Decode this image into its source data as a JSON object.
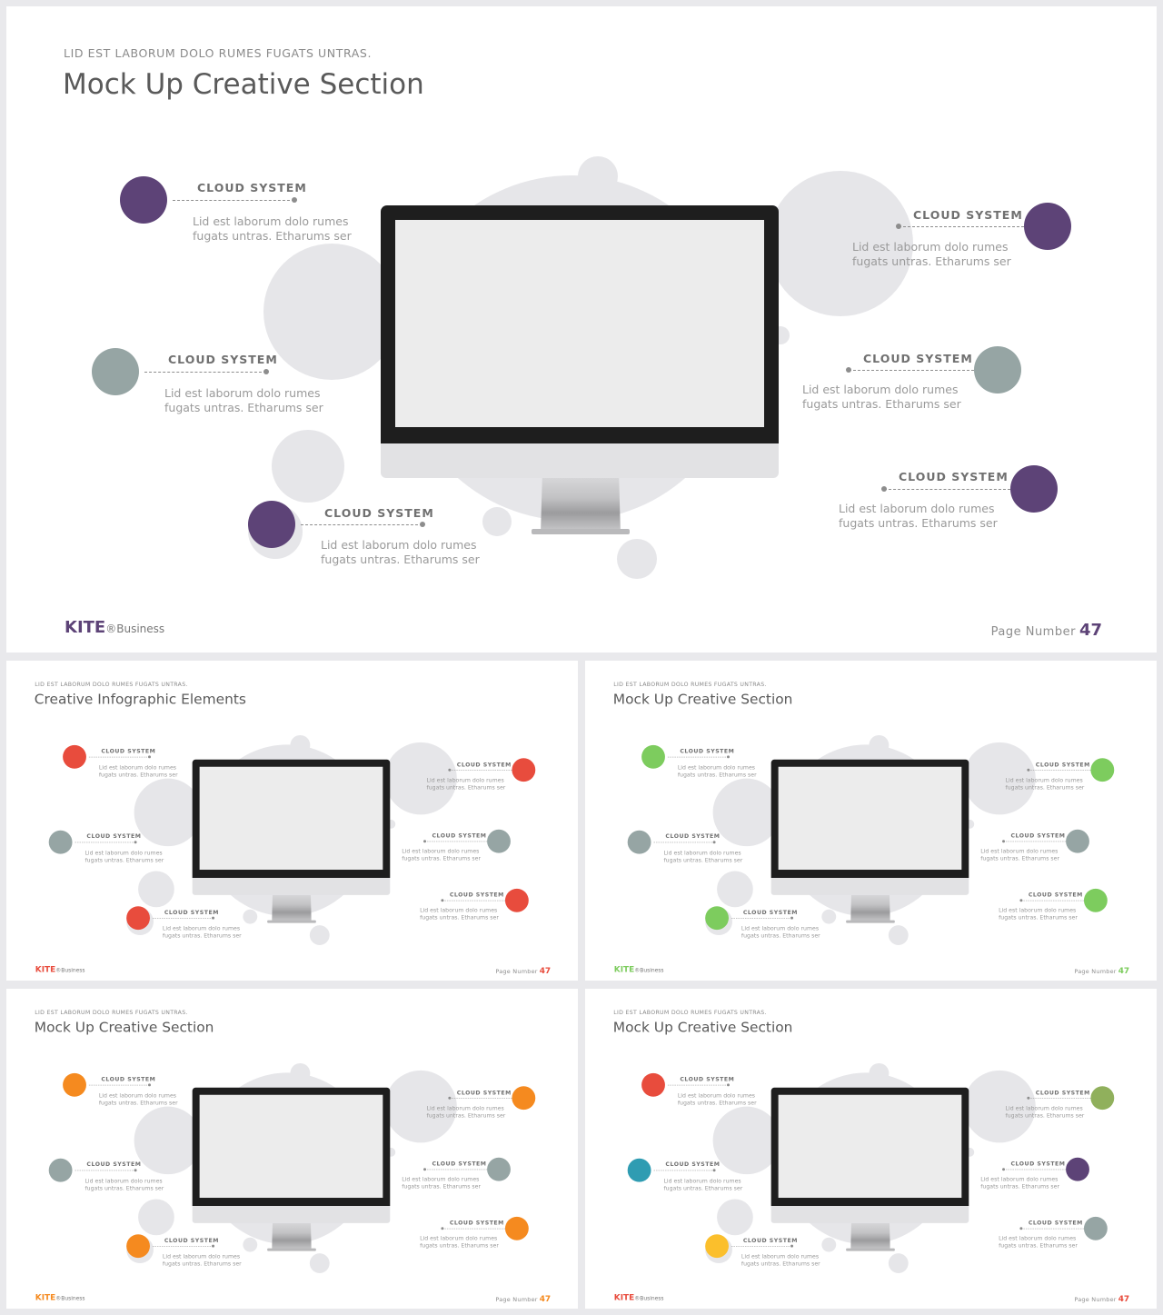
{
  "slides": [
    {
      "id": "main",
      "subtitle": "LID EST LABORUM DOLO RUMES FUGATS UNTRAS.",
      "title": "Mock Up Creative Section",
      "accent": "#5d4377",
      "dot_colors": [
        "#5d4377",
        "#5d4377",
        "#96a5a4",
        "#96a5a4",
        "#5d4377",
        "#5d4377"
      ],
      "logo": {
        "brand": "KITE",
        "suffix": "®Business"
      },
      "page": {
        "label": "Page Number",
        "number": "47"
      }
    },
    {
      "id": "thumb-1",
      "subtitle": "LID EST LABORUM DOLO RUMES FUGATS UNTRAS.",
      "title": "Creative Infographic Elements",
      "accent": "#e84c3d",
      "dot_colors": [
        "#e84c3d",
        "#e84c3d",
        "#96a5a4",
        "#96a5a4",
        "#e84c3d",
        "#e84c3d"
      ],
      "logo": {
        "brand": "KITE",
        "suffix": "®Business"
      },
      "page": {
        "label": "Page Number",
        "number": "47"
      }
    },
    {
      "id": "thumb-2",
      "subtitle": "LID EST LABORUM DOLO RUMES FUGATS UNTRAS.",
      "title": "Mock Up Creative Section",
      "accent": "#7dcc5e",
      "dot_colors": [
        "#7dcc5e",
        "#7dcc5e",
        "#96a5a4",
        "#96a5a4",
        "#7dcc5e",
        "#7dcc5e"
      ],
      "logo": {
        "brand": "KITE",
        "suffix": "®Business"
      },
      "page": {
        "label": "Page Number",
        "number": "47"
      }
    },
    {
      "id": "thumb-3",
      "subtitle": "LID EST LABORUM DOLO RUMES FUGATS UNTRAS.",
      "title": "Mock Up Creative Section",
      "accent": "#f58a1f",
      "dot_colors": [
        "#f58a1f",
        "#f58a1f",
        "#96a5a4",
        "#96a5a4",
        "#f58a1f",
        "#f58a1f"
      ],
      "logo": {
        "brand": "KITE",
        "suffix": "®Business"
      },
      "page": {
        "label": "Page Number",
        "number": "47"
      }
    },
    {
      "id": "thumb-4",
      "subtitle": "LID EST LABORUM DOLO RUMES FUGATS UNTRAS.",
      "title": "Mock Up Creative Section",
      "accent": "#e84c3d",
      "dot_colors": [
        "#e84c3d",
        "#90b05c",
        "#2f9cb2",
        "#5d4377",
        "#fbbf2c",
        "#96a5a4"
      ],
      "logo": {
        "brand": "KITE",
        "suffix": "®Business"
      },
      "page": {
        "label": "Page Number",
        "number": "47"
      }
    }
  ],
  "callout": {
    "label": "CLOUD SYSTEM",
    "text": "Lid est laborum dolo rumes fugats untras. Etharums ser"
  }
}
